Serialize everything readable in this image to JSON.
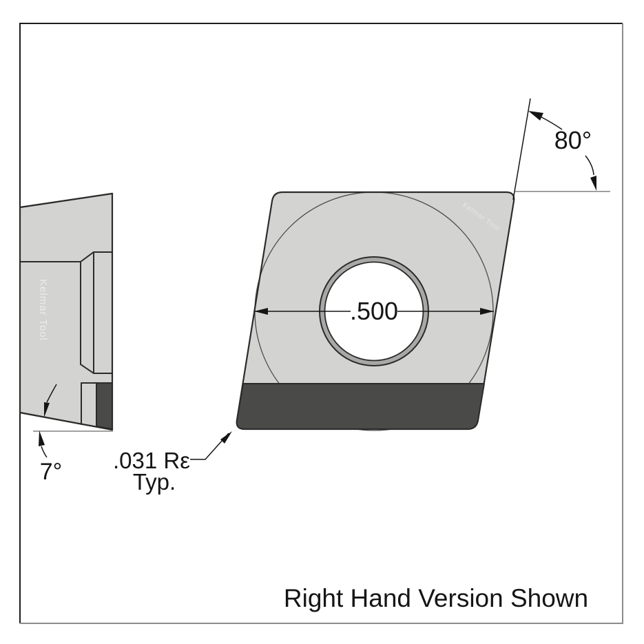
{
  "drawing": {
    "caption": "Right Hand Version Shown",
    "dimensions": {
      "corner_angle": "80°",
      "clearance_angle": "7°",
      "ic_diameter": ".500",
      "nose_radius": ".031 Rε",
      "nose_radius_qualifier": "Typ."
    },
    "watermarks": {
      "side_view": "Kelmar Tool",
      "main_view": "Kelmar Tool"
    },
    "colors": {
      "body_fill": "#d3d3d1",
      "tip_fill": "#4a4a48",
      "outline": "#2b2b2b",
      "ref_line": "#939393",
      "frame_dark": "#1c1c1c",
      "frame_light": "#8c8c8c",
      "hole_ring": "#a8a8a6",
      "hole_inner": "#ffffff",
      "text": "#151515"
    }
  }
}
